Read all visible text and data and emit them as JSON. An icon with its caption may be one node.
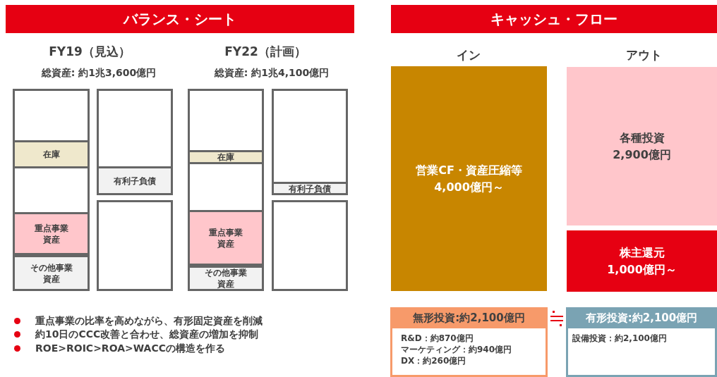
{
  "diagram": {
    "nodes": [
      {
        "text": [
          "バランス・シート"
        ]
      },
      {
        "text": [
          "キャッシュ・フロー"
        ]
      },
      {
        "text": [],
        "shape": "box"
      },
      {
        "text": [
          "在庫"
        ],
        "in": 2
      },
      {
        "text": [
          "重点事業資産"
        ],
        "in": 2
      },
      {
        "text": [
          "その他事業資産"
        ],
        "in": 2
      },
      {
        "text": [],
        "shape": "box"
      },
      {
        "text": [
          "有利子負債"
        ],
        "in": 6
      },
      {
        "text": [],
        "shape": "box"
      },
      {
        "text": [],
        "shape": "box"
      },
      {
        "text": [
          "在庫"
        ],
        "in": 9
      },
      {
        "text": [
          "重点事業資産"
        ],
        "in": 9
      },
      {
        "text": [
          "その他事業資産"
        ],
        "in": 9
      },
      {
        "text": [],
        "shape": "box"
      },
      {
        "text": [
          "有利子負債"
        ],
        "in": 13
      },
      {
        "text": [],
        "shape": "box"
      },
      {
        "text": [
          "営業CF・資産圧縮等",
          "4,000億円～"
        ]
      },
      {
        "text": [
          "各種投資",
          "2,900億円"
        ]
      },
      {
        "text": [
          "株主還元",
          "1,000億円～"
        ]
      },
      {
        "text": [
          "無形投資:約2,100億円",
          "R&D：約870億円",
          "マーケティング：約940億円",
          "DX：約260億円"
        ]
      },
      {
        "text": [
          "有形投資:約2,100億円",
          "設備投資：約2,100億円"
        ]
      }
    ],
    "labels": [
      "FY19（見込）",
      "総資産: 約1兆3,600億円",
      "FY22（計画）",
      "総資産: 約1兆4,100億円",
      "イン",
      "アウト",
      "重点事業の比率を高めながら、有形固定資産を削減",
      "約10日のCCC改善と合わせ、総資産の増加を抑制",
      "ROE>ROIC>ROA>WACCの構造を作る"
    ]
  }
}
